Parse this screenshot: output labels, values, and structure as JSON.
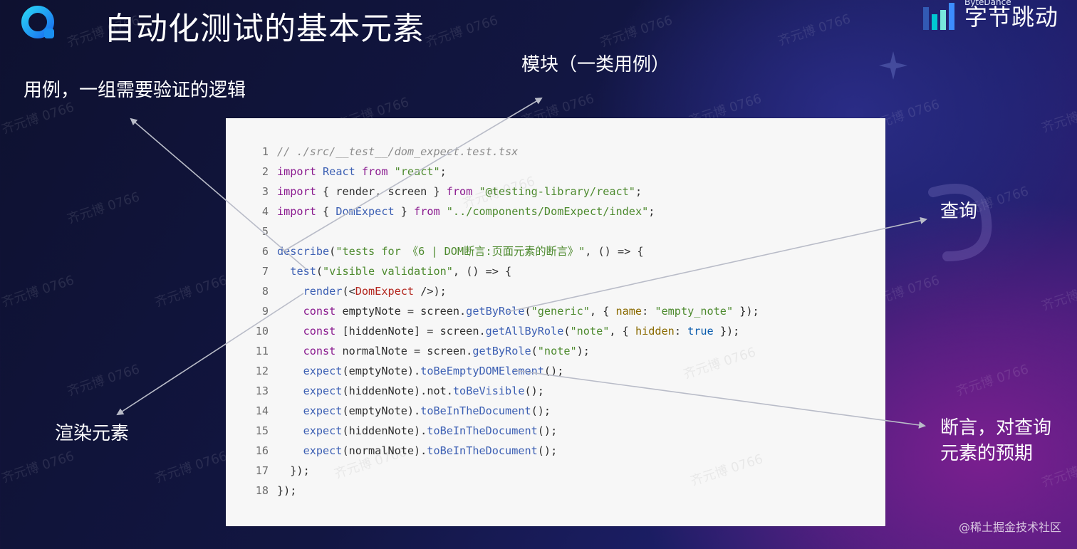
{
  "header": {
    "title": "自动化测试的基本元素",
    "brand_en": "ByteDance",
    "brand_cn": "字节跳动"
  },
  "labels": {
    "case": "用例，一组需要验证的逻辑",
    "module": "模块（一类用例）",
    "query": "查询",
    "render": "渲染元素",
    "assert_line1": "断言，对查询",
    "assert_line2": "元素的预期"
  },
  "code_lines": [
    {
      "n": "1",
      "parts": [
        {
          "t": "// ./src/__test__/dom_expect.test.tsx",
          "c": "cm"
        }
      ]
    },
    {
      "n": "2",
      "parts": [
        {
          "t": "import",
          "c": "kw"
        },
        {
          "t": " ",
          "c": "var"
        },
        {
          "t": "React",
          "c": "fn"
        },
        {
          "t": " ",
          "c": "var"
        },
        {
          "t": "from",
          "c": "kw"
        },
        {
          "t": " ",
          "c": "var"
        },
        {
          "t": "\"react\"",
          "c": "str"
        },
        {
          "t": ";",
          "c": "var"
        }
      ]
    },
    {
      "n": "3",
      "parts": [
        {
          "t": "import",
          "c": "kw"
        },
        {
          "t": " { render, screen } ",
          "c": "var"
        },
        {
          "t": "from",
          "c": "kw"
        },
        {
          "t": " ",
          "c": "var"
        },
        {
          "t": "\"@testing-library/react\"",
          "c": "str"
        },
        {
          "t": ";",
          "c": "var"
        }
      ]
    },
    {
      "n": "4",
      "parts": [
        {
          "t": "import",
          "c": "kw"
        },
        {
          "t": " { ",
          "c": "var"
        },
        {
          "t": "DomExpect",
          "c": "fn"
        },
        {
          "t": " } ",
          "c": "var"
        },
        {
          "t": "from",
          "c": "kw"
        },
        {
          "t": " ",
          "c": "var"
        },
        {
          "t": "\"../components/DomExpect/index\"",
          "c": "str"
        },
        {
          "t": ";",
          "c": "var"
        }
      ]
    },
    {
      "n": "5",
      "parts": []
    },
    {
      "n": "6",
      "parts": [
        {
          "t": "describe",
          "c": "fn"
        },
        {
          "t": "(",
          "c": "var"
        },
        {
          "t": "\"tests for 《6 | DOM断言:页面元素的断言》\"",
          "c": "str"
        },
        {
          "t": ", () => {",
          "c": "var"
        }
      ]
    },
    {
      "n": "7",
      "parts": [
        {
          "t": "  ",
          "c": "var"
        },
        {
          "t": "test",
          "c": "fn"
        },
        {
          "t": "(",
          "c": "var"
        },
        {
          "t": "\"visible validation\"",
          "c": "str"
        },
        {
          "t": ", () => {",
          "c": "var"
        }
      ]
    },
    {
      "n": "8",
      "parts": [
        {
          "t": "    ",
          "c": "var"
        },
        {
          "t": "render",
          "c": "fn"
        },
        {
          "t": "(<",
          "c": "var"
        },
        {
          "t": "DomExpect",
          "c": "tag"
        },
        {
          "t": " />);",
          "c": "var"
        }
      ]
    },
    {
      "n": "9",
      "parts": [
        {
          "t": "    ",
          "c": "var"
        },
        {
          "t": "const",
          "c": "kw"
        },
        {
          "t": " emptyNote = screen.",
          "c": "var"
        },
        {
          "t": "getByRole",
          "c": "fn"
        },
        {
          "t": "(",
          "c": "var"
        },
        {
          "t": "\"generic\"",
          "c": "str"
        },
        {
          "t": ", { ",
          "c": "var"
        },
        {
          "t": "name",
          "c": "prop"
        },
        {
          "t": ": ",
          "c": "var"
        },
        {
          "t": "\"empty_note\"",
          "c": "str"
        },
        {
          "t": " });",
          "c": "var"
        }
      ]
    },
    {
      "n": "10",
      "parts": [
        {
          "t": "    ",
          "c": "var"
        },
        {
          "t": "const",
          "c": "kw"
        },
        {
          "t": " [hiddenNote] = screen.",
          "c": "var"
        },
        {
          "t": "getAllByRole",
          "c": "fn"
        },
        {
          "t": "(",
          "c": "var"
        },
        {
          "t": "\"note\"",
          "c": "str"
        },
        {
          "t": ", { ",
          "c": "var"
        },
        {
          "t": "hidden",
          "c": "prop"
        },
        {
          "t": ": ",
          "c": "var"
        },
        {
          "t": "true",
          "c": "val"
        },
        {
          "t": " });",
          "c": "var"
        }
      ]
    },
    {
      "n": "11",
      "parts": [
        {
          "t": "    ",
          "c": "var"
        },
        {
          "t": "const",
          "c": "kw"
        },
        {
          "t": " normalNote = screen.",
          "c": "var"
        },
        {
          "t": "getByRole",
          "c": "fn"
        },
        {
          "t": "(",
          "c": "var"
        },
        {
          "t": "\"note\"",
          "c": "str"
        },
        {
          "t": ");",
          "c": "var"
        }
      ]
    },
    {
      "n": "12",
      "parts": [
        {
          "t": "    ",
          "c": "var"
        },
        {
          "t": "expect",
          "c": "fn"
        },
        {
          "t": "(emptyNote).",
          "c": "var"
        },
        {
          "t": "toBeEmptyDOMElement",
          "c": "fn"
        },
        {
          "t": "();",
          "c": "var"
        }
      ]
    },
    {
      "n": "13",
      "parts": [
        {
          "t": "    ",
          "c": "var"
        },
        {
          "t": "expect",
          "c": "fn"
        },
        {
          "t": "(hiddenNote).not.",
          "c": "var"
        },
        {
          "t": "toBeVisible",
          "c": "fn"
        },
        {
          "t": "();",
          "c": "var"
        }
      ]
    },
    {
      "n": "14",
      "parts": [
        {
          "t": "    ",
          "c": "var"
        },
        {
          "t": "expect",
          "c": "fn"
        },
        {
          "t": "(emptyNote).",
          "c": "var"
        },
        {
          "t": "toBeInTheDocument",
          "c": "fn"
        },
        {
          "t": "();",
          "c": "var"
        }
      ]
    },
    {
      "n": "15",
      "parts": [
        {
          "t": "    ",
          "c": "var"
        },
        {
          "t": "expect",
          "c": "fn"
        },
        {
          "t": "(hiddenNote).",
          "c": "var"
        },
        {
          "t": "toBeInTheDocument",
          "c": "fn"
        },
        {
          "t": "();",
          "c": "var"
        }
      ]
    },
    {
      "n": "16",
      "parts": [
        {
          "t": "    ",
          "c": "var"
        },
        {
          "t": "expect",
          "c": "fn"
        },
        {
          "t": "(normalNote).",
          "c": "var"
        },
        {
          "t": "toBeInTheDocument",
          "c": "fn"
        },
        {
          "t": "();",
          "c": "var"
        }
      ]
    },
    {
      "n": "17",
      "parts": [
        {
          "t": "  });",
          "c": "var"
        }
      ]
    },
    {
      "n": "18",
      "parts": [
        {
          "t": "});",
          "c": "var"
        }
      ]
    }
  ],
  "watermark_text": "齐元博 0766",
  "footer": "@稀土掘金技术社区",
  "icons": [
    "app-logo-icon",
    "bytedance-logo-icon"
  ],
  "colors": {
    "accent_blue": "#1f9bf0",
    "panel_bg": "#f7f7f7"
  }
}
